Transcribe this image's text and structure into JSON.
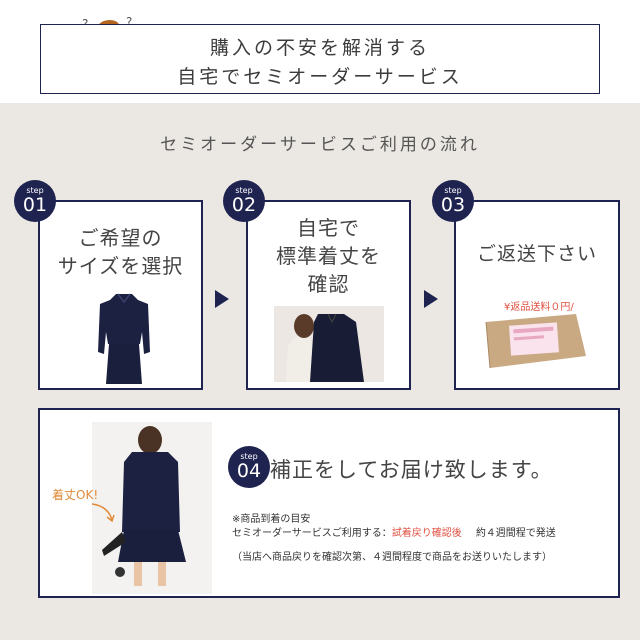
{
  "header": {
    "line1": "購入の不安を解消する",
    "line2": "自宅でセミオーダーサービス"
  },
  "section_title": "セミオーダーサービスご利用の流れ",
  "steps": [
    {
      "step": "step",
      "num": "01",
      "line1": "ご希望の",
      "line2": "サイズを選択"
    },
    {
      "step": "step",
      "num": "02",
      "line1": "自宅で",
      "line2": "標準着丈を",
      "line3": "確認"
    },
    {
      "step": "step",
      "num": "03",
      "line1": "ご返送下さい",
      "note": "¥返品送料０円/"
    },
    {
      "step": "step",
      "num": "04",
      "line1": "補正をしてお届け致します。",
      "side_label": "着丈OK!",
      "note_title": "※商品到着の目安",
      "note_prefix": "セミオーダーサービスご利用する：",
      "note_red": "試着戻り確認後",
      "note_suffix": "約４週間程で発送",
      "note_paren": "（当店へ商品戻りを確認次第、４週間程度で商品をお送りいたします）"
    }
  ],
  "colors": {
    "navy": "#1f2350",
    "accent": "#e05040",
    "bg": "#ebe8e4"
  },
  "icons": [
    "worried-woman-illustration",
    "arrow-right-icon"
  ]
}
